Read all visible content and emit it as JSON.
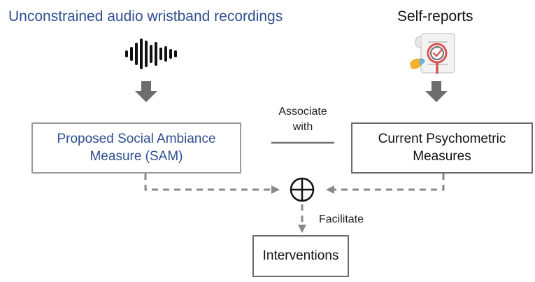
{
  "titles": {
    "left": "Unconstrained audio wristband recordings",
    "right": "Self-reports"
  },
  "boxes": {
    "sam_line1": "Proposed Social Ambiance",
    "sam_line2": "Measure (SAM)",
    "psychometric_line1": "Current Psychometric",
    "psychometric_line2": "Measures",
    "interventions": "Interventions"
  },
  "labels": {
    "associate_line1": "Associate",
    "associate_line2": "with",
    "facilitate": "Facilitate"
  },
  "colors": {
    "blue_text": "#2f4f8f",
    "arrow_gray": "#6d6d6d",
    "dash_gray": "#8a8a8a"
  },
  "icons": {
    "audio": "audio-waveform-icon",
    "report": "report-magnifier-icon",
    "combine": "circle-plus-icon"
  }
}
